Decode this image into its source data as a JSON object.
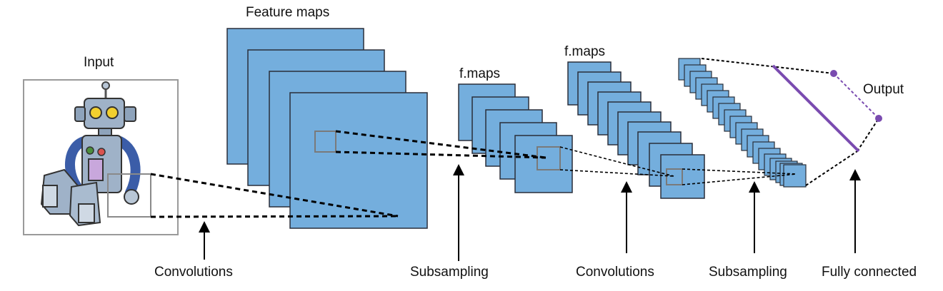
{
  "labels": {
    "input": "Input",
    "feature_maps": "Feature maps",
    "fmaps_1": "f.maps",
    "fmaps_2": "f.maps",
    "output": "Output",
    "convolutions_1": "Convolutions",
    "subsampling_1": "Subsampling",
    "convolutions_2": "Convolutions",
    "subsampling_2": "Subsampling",
    "fully_connected": "Fully connected"
  },
  "layers": {
    "feature_maps_count": 4,
    "fmaps_1_count": 5,
    "fmaps_2_count": 10,
    "subsampled_count": 20,
    "output_nodes": 2
  },
  "colors": {
    "map_fill": "#74aedd",
    "map_stroke": "#2a2f3a",
    "window_stroke": "#8a8a8a",
    "connector": "#000000",
    "output_node": "#7a4bb0",
    "output_bar": "#7a4bb0",
    "robot_body": "#9fb2c8",
    "robot_arm": "#3b5da8"
  },
  "icons": {
    "input_image": "robot-icon"
  }
}
